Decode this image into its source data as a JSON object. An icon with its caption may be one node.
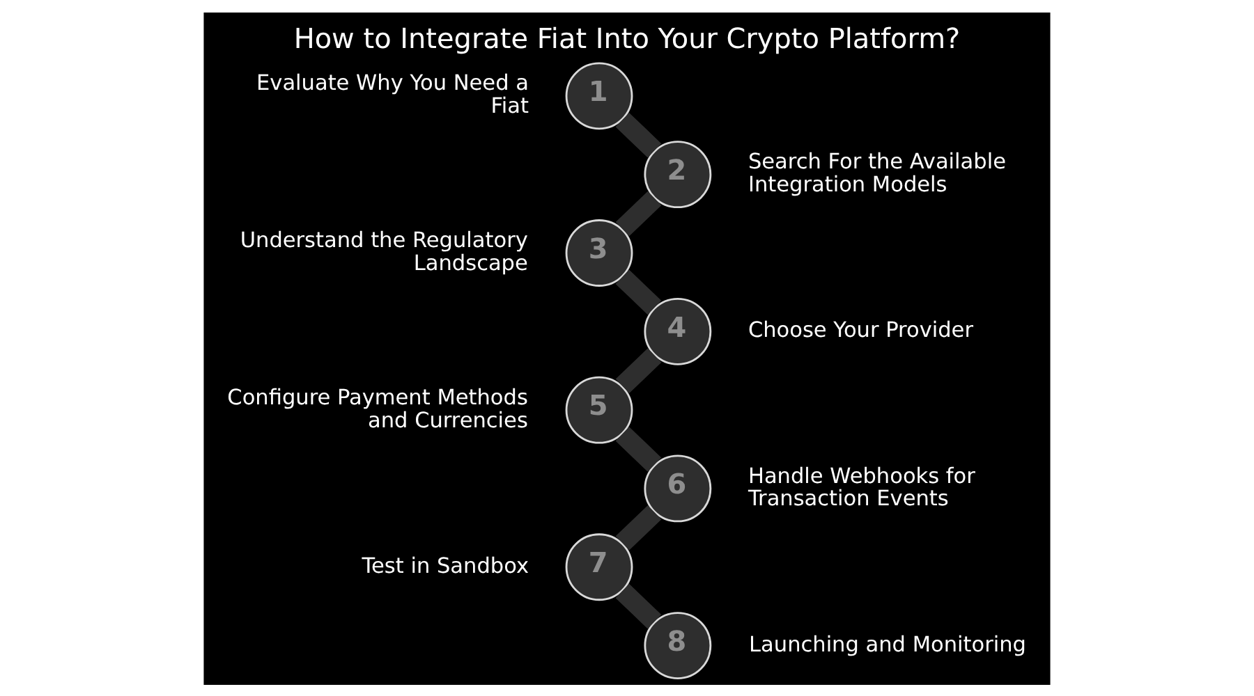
{
  "diagram": {
    "title": "How to Integrate Fiat Into Your Crypto Platform?",
    "nodes": [
      {
        "text": [
          "1"
        ],
        "beside": [
          "Evaluate Why You Need a Fiat"
        ]
      },
      {
        "text": [
          "2"
        ],
        "beside": [
          "Search For the Available Integration Models"
        ]
      },
      {
        "text": [
          "3"
        ],
        "beside": [
          "Understand the Regulatory Landscape"
        ]
      },
      {
        "text": [
          "4"
        ],
        "beside": [
          "Choose Your Provider"
        ]
      },
      {
        "text": [
          "5"
        ],
        "beside": [
          "Configure Payment Methods and Currencies"
        ]
      },
      {
        "text": [
          "6"
        ],
        "beside": [
          "Handle Webhooks for Transaction Events"
        ]
      },
      {
        "text": [
          "7"
        ],
        "beside": [
          "Test in Sandbox"
        ]
      },
      {
        "text": [
          "8"
        ],
        "beside": [
          "Launching and Monitoring"
        ]
      }
    ],
    "edges": [
      {
        "from": 0,
        "to": 1,
        "arrow": "none"
      },
      {
        "from": 1,
        "to": 2,
        "arrow": "none"
      },
      {
        "from": 2,
        "to": 3,
        "arrow": "none"
      },
      {
        "from": 3,
        "to": 4,
        "arrow": "none"
      },
      {
        "from": 4,
        "to": 5,
        "arrow": "none"
      },
      {
        "from": 5,
        "to": 6,
        "arrow": "none"
      },
      {
        "from": 6,
        "to": 7,
        "arrow": "none"
      }
    ]
  }
}
